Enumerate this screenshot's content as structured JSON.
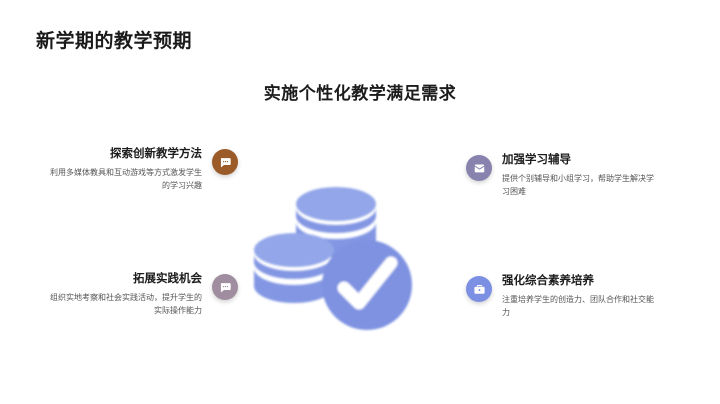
{
  "slide": {
    "title": "新学期的教学预期",
    "subtitle": "实施个性化教学满足需求",
    "background_color": "#ffffff"
  },
  "features": [
    {
      "position": "top-left",
      "title": "探索创新教学方法",
      "description": "利用多媒体教具和互动游戏等方式激发学生的学习兴趣",
      "icon": "speech-bubble-icon",
      "icon_color": "#9A5B28"
    },
    {
      "position": "bottom-left",
      "title": "拓展实践机会",
      "description": "组织实地考察和社会实践活动，提升学生的实际操作能力",
      "icon": "speech-bubble-icon",
      "icon_color": "#A08EA0"
    },
    {
      "position": "top-right",
      "title": "加强学习辅导",
      "description": "提供个别辅导和小组学习，帮助学生解决学习困难",
      "icon": "envelope-icon",
      "icon_color": "#8882AE"
    },
    {
      "position": "bottom-right",
      "title": "强化综合素养培养",
      "description": "注重培养学生的创造力、团队合作和社交能力",
      "icon": "briefcase-icon",
      "icon_color": "#7B8FE3"
    }
  ],
  "illustration": {
    "name": "coin-stacks-with-checkmark",
    "primary_color": "#7F93E2",
    "accent_color": "#94A5E8",
    "check_color": "#ffffff"
  }
}
